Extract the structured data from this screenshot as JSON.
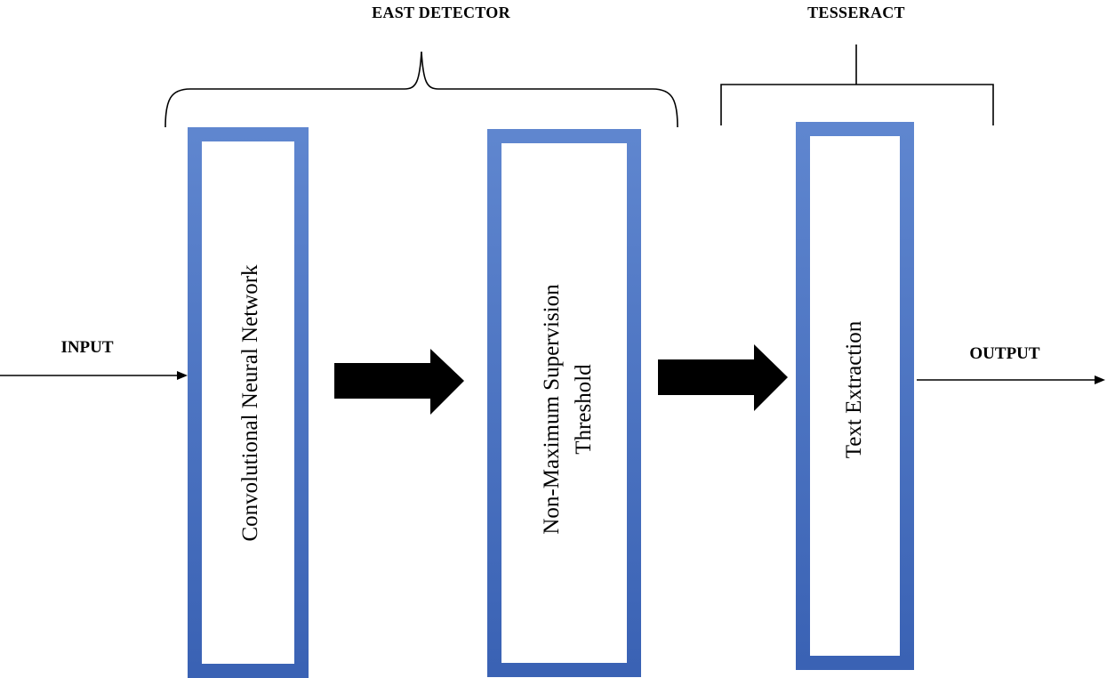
{
  "groups": {
    "east": {
      "label": "EAST DETECTOR"
    },
    "tesseract": {
      "label": "TESSERACT"
    }
  },
  "io": {
    "input": "INPUT",
    "output": "OUTPUT"
  },
  "stages": [
    {
      "lines": [
        "Convolutional Neural Network"
      ]
    },
    {
      "lines": [
        "Non-Maximum Supervision",
        "Threshold"
      ]
    },
    {
      "lines": [
        "Text Extraction"
      ]
    }
  ],
  "colors": {
    "box_border_light": "#5b82cc",
    "box_border_dark": "#3a62b4",
    "arrow_fill": "#000000",
    "line": "#000000"
  }
}
